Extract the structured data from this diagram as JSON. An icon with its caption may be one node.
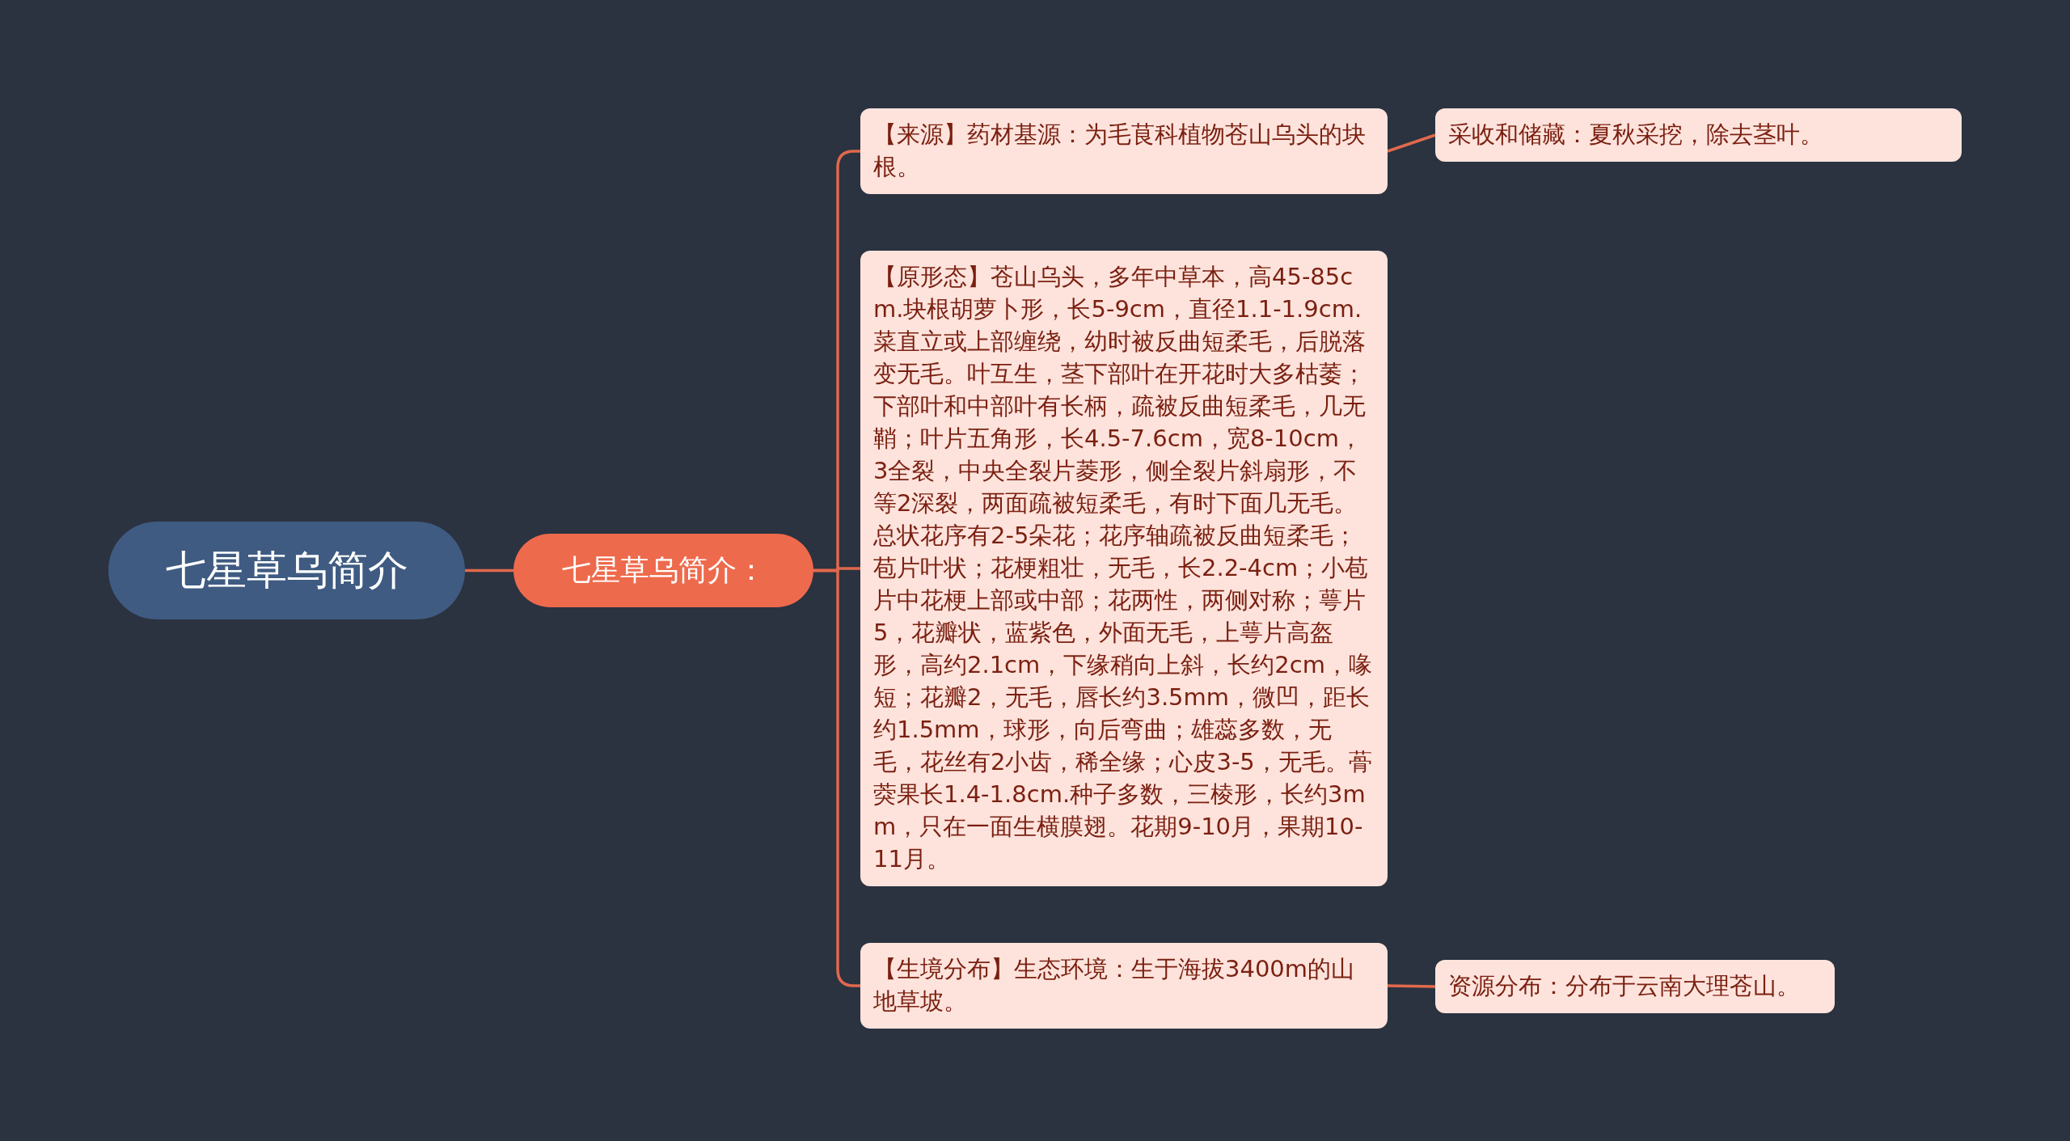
{
  "diagram": {
    "nodes": [
      {
        "text": [
          "七星草乌简介"
        ]
      },
      {
        "text": [
          "七星草乌简介："
        ]
      },
      {
        "text": [
          "【来源】药材基源：为毛茛科植物苍山乌头的块根。"
        ]
      },
      {
        "text": [
          "【原形态】苍山乌头，多年中草本，高45-85cm.块根胡萝卜形，长5-9cm，直径1.1-1.9cm.菜直立或上部缠绕，幼时被反曲短柔毛，后脱落变无毛。叶互生，茎下部叶在开花时大多枯萎；下部叶和中部叶有长柄，疏被反曲短柔毛，几无鞘；叶片五角形，长4.5-7.6cm，宽8-10cm，3全裂，中央全裂片菱形，侧全裂片斜扇形，不等2深裂，两面疏被短柔毛，有时下面几无毛。总状花序有2-5朵花；花序轴疏被反曲短柔毛；苞片叶状；花梗粗壮，无毛，长2.2-4cm；小苞片中花梗上部或中部；花两性，两侧对称；萼片5，花瓣状，蓝紫色，外面无毛，上萼片高盔形，高约2.1cm，下缘稍向上斜，长约2cm，喙短；花瓣2，无毛，唇长约3.5mm，微凹，距长约1.5mm，球形，向后弯曲；雄蕊多数，无毛，花丝有2小齿，稀全缘；心皮3-5，无毛。蓇葖果长1.4-1.8cm.种子多数，三棱形，长约3mm，只在一面生横膜翅。花期9-10月，果期10-11月。"
        ]
      },
      {
        "text": [
          "【生境分布】生态环境：生于海拔3400m的山地草坡。"
        ]
      },
      {
        "text": [
          "采收和储藏：夏秋采挖，除去茎叶。"
        ]
      },
      {
        "text": [
          "资源分布：分布于云南大理苍山。"
        ]
      }
    ],
    "edges": [
      {
        "from": 0,
        "to": 1,
        "arrow": "none"
      },
      {
        "from": 1,
        "to": 2,
        "arrow": "none"
      },
      {
        "from": 1,
        "to": 3,
        "arrow": "none"
      },
      {
        "from": 1,
        "to": 4,
        "arrow": "none"
      },
      {
        "from": 2,
        "to": 5,
        "arrow": "none"
      },
      {
        "from": 4,
        "to": 6,
        "arrow": "none"
      }
    ]
  }
}
